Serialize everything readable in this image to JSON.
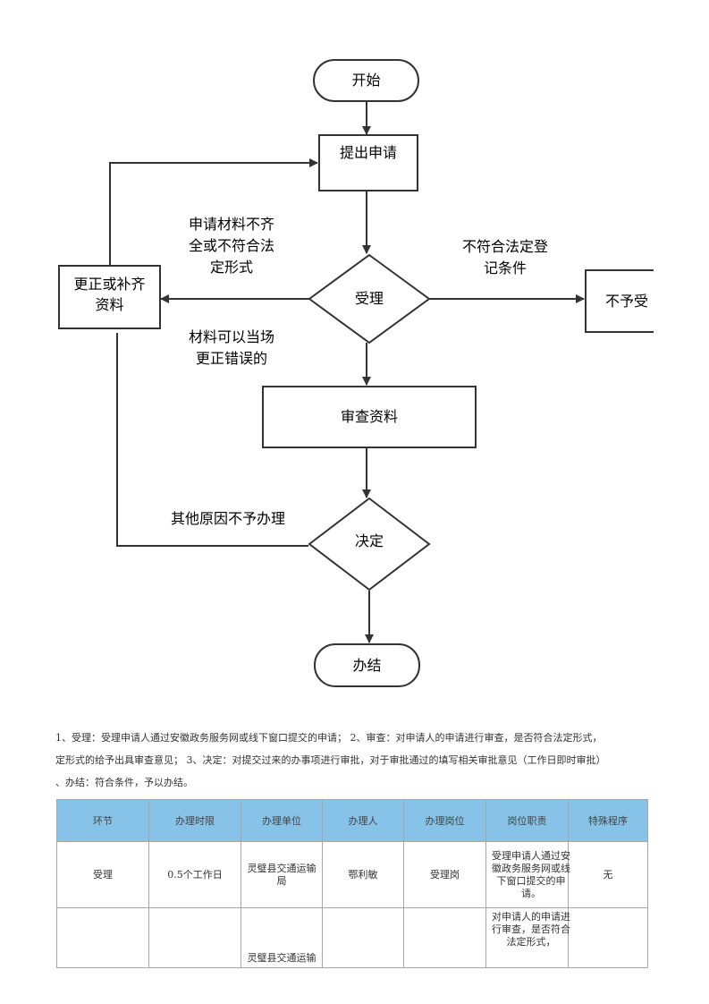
{
  "flowchart": {
    "start": "开始",
    "submit": "提出申请",
    "accept": "受理",
    "supplement_line1": "更正或补齐",
    "supplement_line2": "资料",
    "reject_line1": "不予受",
    "review": "审查资料",
    "decide": "决定",
    "finish": "办结",
    "label_incomplete": [
      "申请材料不齐",
      "全或不符合法",
      "定形式"
    ],
    "label_not_comply": [
      "不符合法定登",
      "记条件"
    ],
    "label_correct": [
      "材料可以当场",
      "更正错误的"
    ],
    "label_other": "其他原因不予办理"
  },
  "description": {
    "line1": "1、受理：受理申请人通过安徽政务服务网或线下窗口提交的申请； 2、审查：对申请人的申请进行审查，是否符合法定形式，",
    "line2": "定形式的给予出具审查意见； 3、决定：对提交过来的办事项进行审批，对于审批通过的填写相关审批意见（工作日即时审批）",
    "line3": "、办结：符合条件，予以办结。"
  },
  "table": {
    "headers": [
      "环节",
      "办理时限",
      "办理单位",
      "办理人",
      "办理岗位",
      "岗位职责",
      "特殊程序"
    ],
    "rows": [
      [
        "受理",
        "0.5个工作日",
        "灵璧县交通运输局",
        "鄂利敏",
        "受理岗",
        "受理申请人通过安徽政务服务网或线下窗口提交的申请。",
        "无"
      ],
      [
        "",
        "",
        "灵璧县交通运输",
        "",
        "",
        "对申请人的申请进行审查，是否符合法定形式，",
        ""
      ]
    ]
  }
}
